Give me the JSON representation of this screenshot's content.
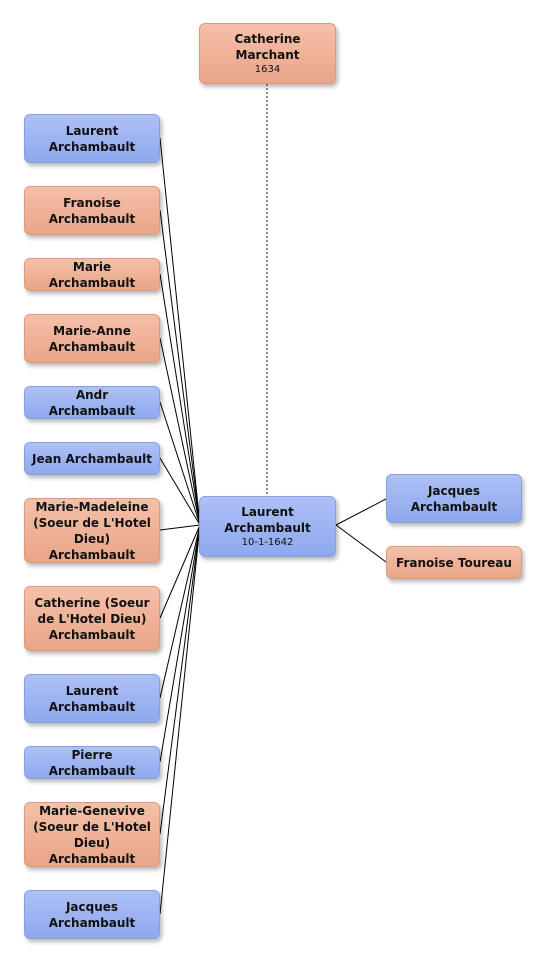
{
  "colors": {
    "male": "#9bb2f2",
    "female": "#f0b49c",
    "line": "#000000",
    "dotted_line": "#666666"
  },
  "parent": {
    "name": "Catherine Marchant",
    "date": "1634",
    "gender": "female"
  },
  "focus": {
    "name": "Laurent Archambault",
    "date": "10-1-1642",
    "gender": "male"
  },
  "right": [
    {
      "name": "Jacques Archambault",
      "gender": "male"
    },
    {
      "name": "Franoise Toureau",
      "gender": "female"
    }
  ],
  "left": [
    {
      "name": "Laurent Archambault",
      "gender": "male"
    },
    {
      "name": "Franoise Archambault",
      "gender": "female"
    },
    {
      "name": "Marie Archambault",
      "gender": "female"
    },
    {
      "name": "Marie-Anne Archambault",
      "gender": "female"
    },
    {
      "name": "Andr Archambault",
      "gender": "male"
    },
    {
      "name": "Jean Archambault",
      "gender": "male"
    },
    {
      "name": "Marie-Madeleine (Soeur de L'Hotel Dieu) Archambault",
      "gender": "female"
    },
    {
      "name": "Catherine (Soeur de L'Hotel Dieu) Archambault",
      "gender": "female"
    },
    {
      "name": "Laurent Archambault",
      "gender": "male"
    },
    {
      "name": "Pierre Archambault",
      "gender": "male"
    },
    {
      "name": "Marie-Genevive (Soeur de L'Hotel Dieu) Archambault",
      "gender": "female"
    },
    {
      "name": "Jacques Archambault",
      "gender": "male"
    }
  ]
}
